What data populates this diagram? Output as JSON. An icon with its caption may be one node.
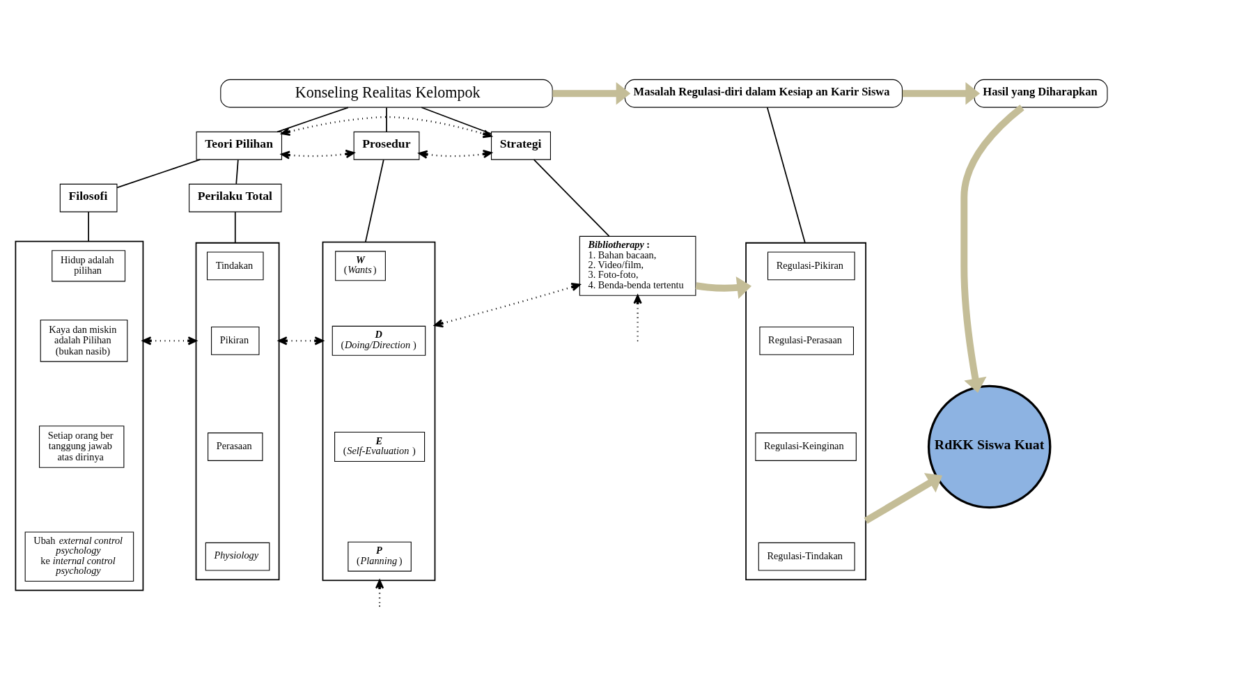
{
  "diagram": {
    "nodes": [
      {
        "text": [
          "Konseling Realitas Kelompok"
        ]
      },
      {
        "text": [
          "Masalah Regulasi-diri dalam Kesiap an Karir Siswa"
        ]
      },
      {
        "text": [
          "Hasil yang Diharapkan"
        ]
      },
      {
        "text": [
          "Teori Pilihan"
        ]
      },
      {
        "text": [
          "Prosedur"
        ]
      },
      {
        "text": [
          "Strategi"
        ]
      },
      {
        "text": [
          "Filosofi"
        ]
      },
      {
        "text": [
          "Perilaku Total"
        ]
      },
      {
        "text": [],
        "shape": "box"
      },
      {
        "text": [
          "Hidup adalah pilihan"
        ],
        "in": 8
      },
      {
        "text": [
          "Kaya dan miskin adalah Pilihan (bukan nasib)"
        ],
        "in": 8
      },
      {
        "text": [
          "Setiap orang ber tanggung jawab atas dirinya"
        ],
        "in": 8
      },
      {
        "text": [
          "Ubah *external control psychology* ke *internal control psychology*"
        ],
        "in": 8
      },
      {
        "text": [],
        "shape": "box"
      },
      {
        "text": [
          "Tindakan"
        ],
        "in": 13
      },
      {
        "text": [
          "Pikiran"
        ],
        "in": 13
      },
      {
        "text": [
          "Perasaan"
        ],
        "in": 13
      },
      {
        "text": [
          "Physiology"
        ],
        "in": 13
      },
      {
        "text": [],
        "shape": "box"
      },
      {
        "text": [
          "W",
          "(*Wants*)"
        ],
        "in": 18
      },
      {
        "text": [
          "D",
          "(*Doing/Direction*)"
        ],
        "in": 18
      },
      {
        "text": [
          "E",
          "(*Self-Evaluation*)"
        ],
        "in": 18
      },
      {
        "text": [
          "P",
          "(*Planning*)"
        ],
        "in": 18
      },
      {
        "text": [
          "*Bibliotherapy*:",
          "1. Bahan bacaan,",
          "2. Video/film,",
          "3. Foto-foto,",
          "4. Benda-benda tertentu"
        ]
      },
      {
        "text": [],
        "shape": "box"
      },
      {
        "text": [
          "Regulasi-Pikiran"
        ],
        "in": 24
      },
      {
        "text": [
          "Regulasi-Perasaan"
        ],
        "in": 24
      },
      {
        "text": [
          "Regulasi-Keinginan"
        ],
        "in": 24
      },
      {
        "text": [
          "Regulasi-Tindakan"
        ],
        "in": 24
      },
      {
        "text": [
          "RdKK Siswa Kuat"
        ]
      }
    ],
    "edges": [
      {
        "from": 0,
        "to": 1,
        "arrow": "to",
        "style": "thick",
        "color": "#c4bd97"
      },
      {
        "from": 1,
        "to": 2,
        "arrow": "to",
        "style": "thick",
        "color": "#c4bd97"
      },
      {
        "from": 0,
        "to": 3,
        "arrow": "none"
      },
      {
        "from": 0,
        "to": 4,
        "arrow": "none"
      },
      {
        "from": 0,
        "to": 5,
        "arrow": "none"
      },
      {
        "from": 3,
        "to": 4,
        "arrow": "both",
        "style": "dashed"
      },
      {
        "from": 4,
        "to": 5,
        "arrow": "both",
        "style": "dashed"
      },
      {
        "from": 3,
        "to": 5,
        "arrow": "both",
        "style": "dashed"
      },
      {
        "from": 3,
        "to": 6,
        "arrow": "none"
      },
      {
        "from": 3,
        "to": 7,
        "arrow": "none"
      },
      {
        "from": 4,
        "to": 18,
        "arrow": "none"
      },
      {
        "from": 5,
        "to": 23,
        "arrow": "none"
      },
      {
        "from": 1,
        "to": 24,
        "arrow": "none"
      },
      {
        "from": 2,
        "to": 29,
        "arrow": "to",
        "style": "thick",
        "color": "#c4bd97"
      },
      {
        "from": 6,
        "to": 8,
        "arrow": "none"
      },
      {
        "from": 7,
        "to": 13,
        "arrow": "none"
      },
      {
        "from": 8,
        "to": 13,
        "arrow": "both",
        "style": "dashed"
      },
      {
        "from": 13,
        "to": 18,
        "arrow": "both",
        "style": "dashed"
      },
      {
        "from": 18,
        "to": 23,
        "arrow": "both",
        "style": "dashed"
      },
      {
        "from": 23,
        "to": 24,
        "arrow": "to",
        "style": "thick",
        "color": "#c4bd97"
      },
      {
        "from": 24,
        "to": 29,
        "arrow": "to",
        "style": "thick",
        "color": "#c4bd97"
      },
      {
        "from": null,
        "to": 18,
        "arrow": "to",
        "style": "dashed"
      },
      {
        "from": null,
        "to": 23,
        "arrow": "to",
        "style": "dashed"
      }
    ]
  }
}
